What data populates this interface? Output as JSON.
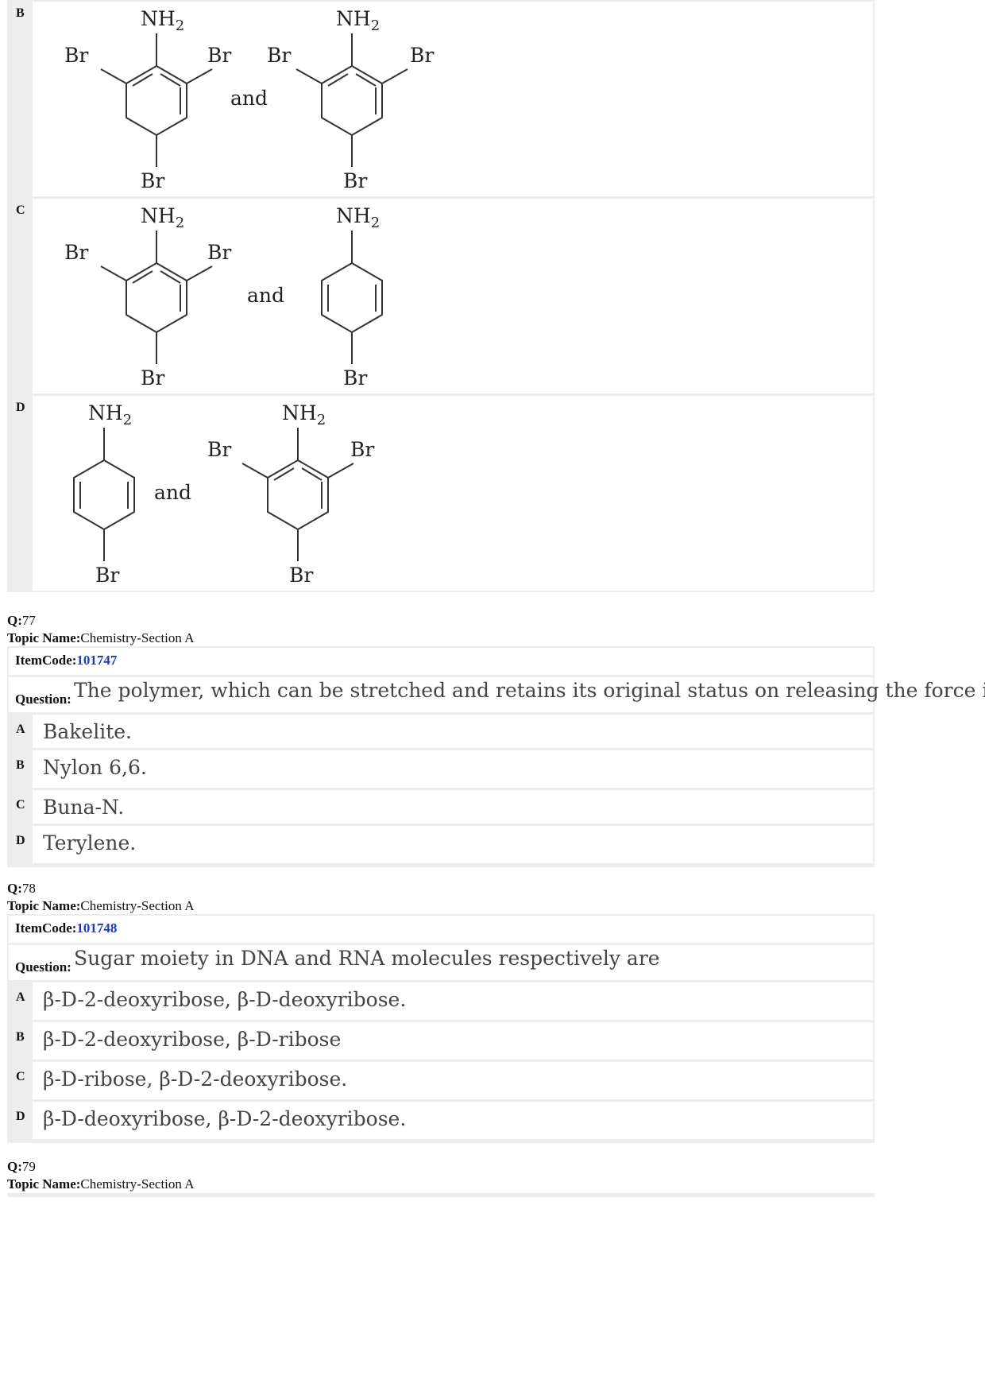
{
  "prev_options": [
    {
      "letter": "B",
      "left_top": "NH",
      "left_sub": "2",
      "left_br_l": "Br",
      "left_br_r": "Br",
      "left_br_b": "Br",
      "and": "and",
      "right_top": "NH",
      "right_sub": "2",
      "right_br_l": "Br",
      "right_br_r": "Br",
      "right_br_b": "Br"
    },
    {
      "letter": "C",
      "left_top": "NH",
      "left_sub": "2",
      "left_br_l": "Br",
      "left_br_r": "Br",
      "left_br_b": "Br",
      "and": "and",
      "right_top": "NH",
      "right_sub": "2",
      "right_br_b": "Br"
    },
    {
      "letter": "D",
      "left_top": "NH",
      "left_sub": "2",
      "left_br_b": "Br",
      "and": "and",
      "right_top": "NH",
      "right_sub": "2",
      "right_br_l": "Br",
      "right_br_r": "Br",
      "right_br_b": "Br"
    }
  ],
  "q77": {
    "q_label": "Q:",
    "q_num": "77",
    "topic_label": "Topic Name:",
    "topic": "Chemistry-Section A",
    "item_label": "ItemCode:",
    "item_code": "101747",
    "question_label": "Question:",
    "question": "The polymer, which can be stretched and retains its original status on releasing the force is",
    "options": [
      {
        "letter": "A",
        "text": "Bakelite."
      },
      {
        "letter": "B",
        "text": "Nylon 6,6."
      },
      {
        "letter": "C",
        "text": "Buna-N."
      },
      {
        "letter": "D",
        "text": "Terylene."
      }
    ]
  },
  "q78": {
    "q_label": "Q:",
    "q_num": "78",
    "topic_label": "Topic Name:",
    "topic": "Chemistry-Section A",
    "item_label": "ItemCode:",
    "item_code": "101748",
    "question_label": "Question:",
    "question": "Sugar moiety in DNA and RNA molecules respectively are",
    "options": [
      {
        "letter": "A",
        "text": "β-D-2-deoxyribose, β-D-deoxyribose."
      },
      {
        "letter": "B",
        "text": "β-D-2-deoxyribose, β-D-ribose"
      },
      {
        "letter": "C",
        "text": "β-D-ribose, β-D-2-deoxyribose."
      },
      {
        "letter": "D",
        "text": "β-D-deoxyribose, β-D-2-deoxyribose."
      }
    ]
  },
  "q79": {
    "q_label": "Q:",
    "q_num": "79",
    "topic_label": "Topic Name:",
    "topic": "Chemistry-Section A"
  }
}
